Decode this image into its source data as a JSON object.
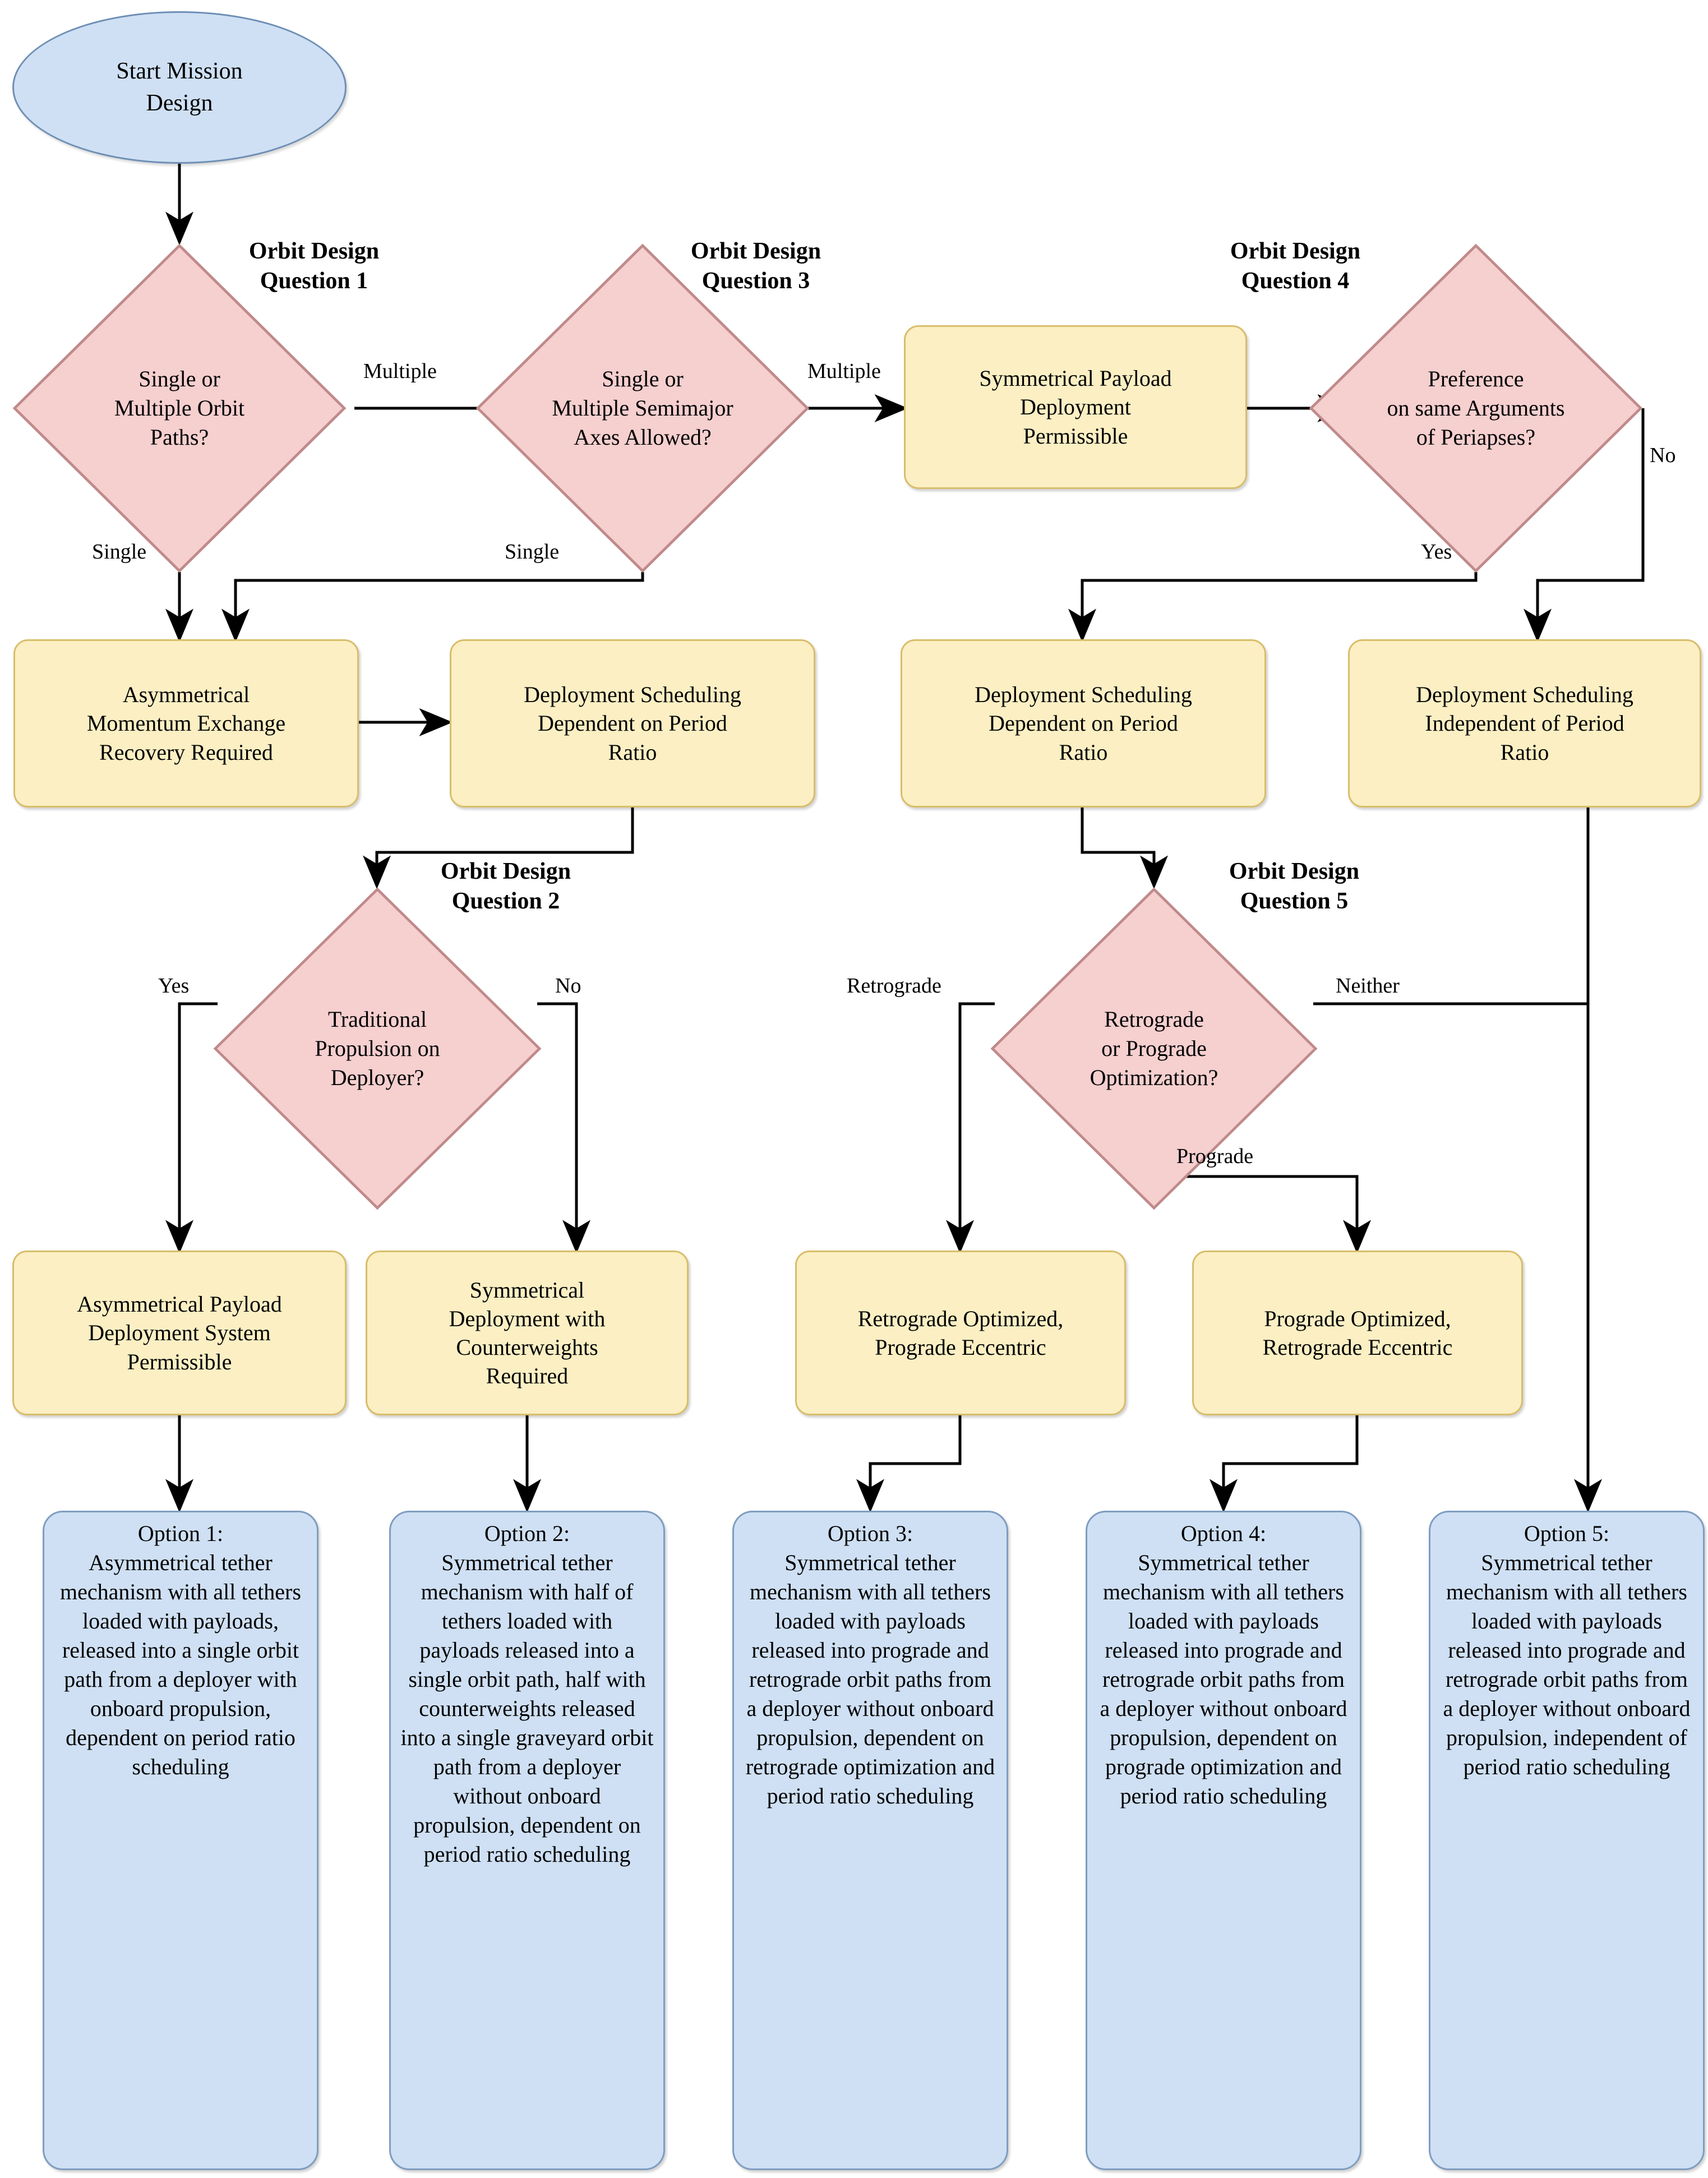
{
  "diagram": {
    "title": "Mission Design Orbit Decision Flowchart",
    "colors": {
      "decision_fill": "#f6cfcf",
      "decision_stroke": "#c08a8a",
      "process_fill": "#fbefc3",
      "process_stroke": "#d9bd6a",
      "terminal_fill": "#cfe0f4",
      "terminal_stroke": "#7f9dc0",
      "edge_stroke": "#000000"
    },
    "start": {
      "label": "Start Mission\nDesign"
    },
    "question_titles": {
      "q1": "Orbit Design\nQuestion 1",
      "q2": "Orbit Design\nQuestion 2",
      "q3": "Orbit Design\nQuestion 3",
      "q4": "Orbit Design\nQuestion 4",
      "q5": "Orbit Design\nQuestion 5"
    },
    "decisions": {
      "q1": "Single or\nMultiple Orbit\nPaths?",
      "q3": "Single or\nMultiple Semimajor\nAxes Allowed?",
      "q4": "Preference\non same Arguments\nof Periapses?",
      "q2": "Traditional\nPropulsion on\nDeployer?",
      "q5": "Retrograde\nor Prograde\nOptimization?"
    },
    "processes": {
      "sym_payload_deploy": "Symmetrical Payload\nDeployment\nPermissible",
      "asym_momentum": "Asymmetrical\nMomentum Exchange\nRecovery Required",
      "dep_sched_dep_left": "Deployment Scheduling\nDependent on Period\nRatio",
      "dep_sched_dep_mid": "Deployment Scheduling\nDependent on Period\nRatio",
      "dep_sched_indep": "Deployment Scheduling\nIndependent of Period\nRatio",
      "asym_payload_sys": "Asymmetrical Payload\nDeployment System\nPermissible",
      "sym_deploy_counter": "Symmetrical\nDeployment with\nCounterweights\nRequired",
      "retro_optimized": "Retrograde Optimized,\nPrograde Eccentric",
      "pro_optimized": "Prograde Optimized,\nRetrograde Eccentric"
    },
    "options": [
      {
        "id": "option-1",
        "label": "Option 1:\nAsymmetrical tether mechanism with all tethers loaded with payloads, released into a single orbit path from a deployer with onboard propulsion, dependent on period ratio scheduling"
      },
      {
        "id": "option-2",
        "label": "Option 2:\nSymmetrical tether mechanism with half of tethers loaded with payloads released into a single orbit path, half with counterweights released into a single graveyard orbit path from a deployer without onboard propulsion, dependent on period ratio scheduling"
      },
      {
        "id": "option-3",
        "label": "Option 3:\nSymmetrical tether mechanism with all tethers loaded with payloads released into prograde and retrograde orbit paths from a deployer without onboard propulsion, dependent on retrograde optimization and period ratio scheduling"
      },
      {
        "id": "option-4",
        "label": "Option 4:\nSymmetrical tether mechanism with all tethers loaded with payloads released into prograde and retrograde orbit paths from a deployer without onboard propulsion, dependent on prograde optimization and period ratio scheduling"
      },
      {
        "id": "option-5",
        "label": "Option 5:\nSymmetrical tether mechanism with all tethers loaded with payloads released into prograde and retrograde orbit paths from a deployer without onboard propulsion, independent of period ratio scheduling"
      }
    ],
    "edge_labels": {
      "q1_multiple": "Multiple",
      "q1_single": "Single",
      "q3_multiple": "Multiple",
      "q3_single": "Single",
      "q4_yes": "Yes",
      "q4_no": "No",
      "q2_yes": "Yes",
      "q2_no": "No",
      "q5_retrograde": "Retrograde",
      "q5_prograde": "Prograde",
      "q5_neither": "Neither"
    }
  }
}
